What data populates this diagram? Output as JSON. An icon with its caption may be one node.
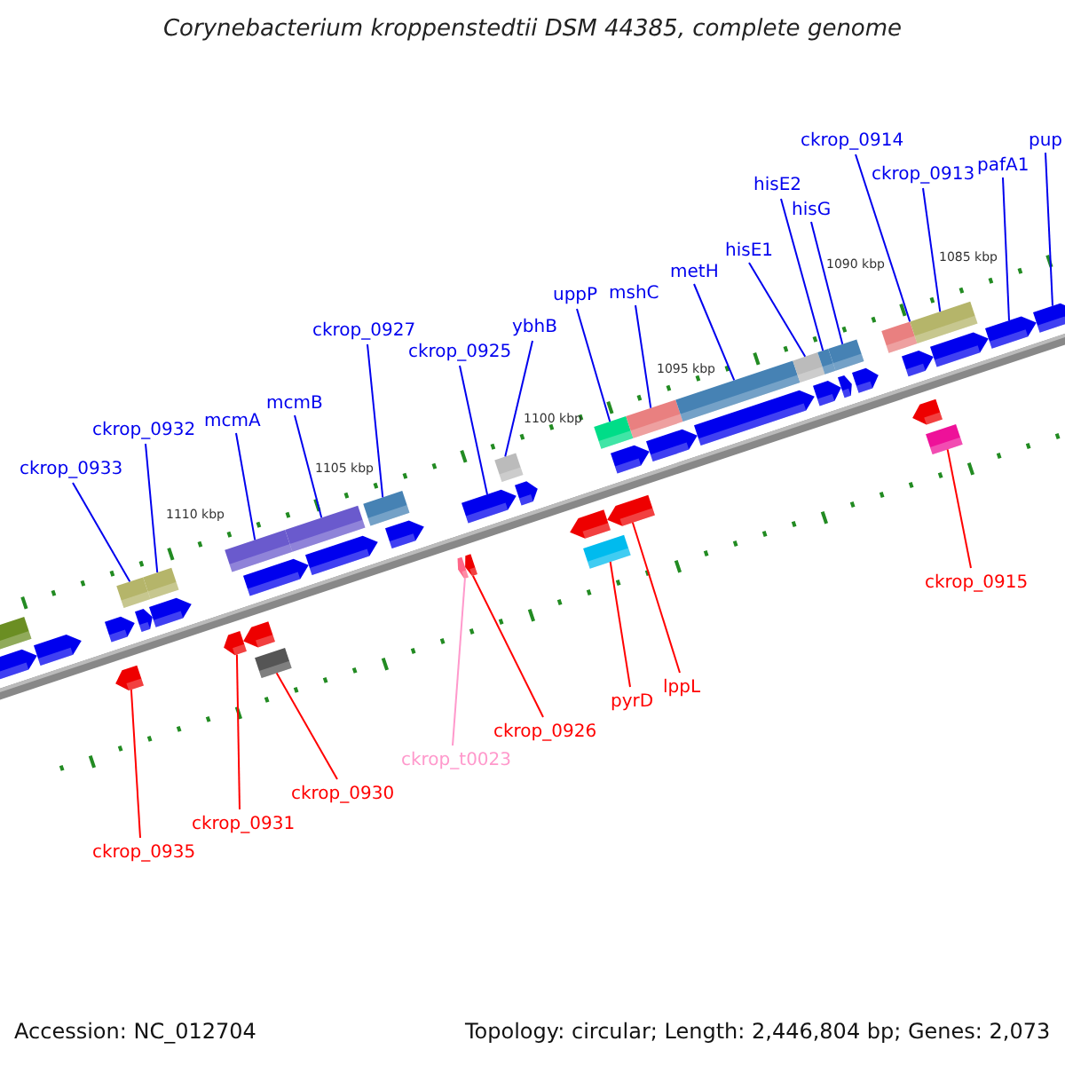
{
  "diagram": {
    "title": "Corynebacterium kroppenstedtii DSM 44385, complete genome",
    "nodes": [
      {
        "text": [
          "ckrop_0933"
        ]
      },
      {
        "text": [
          "ckrop_0932"
        ]
      },
      {
        "text": [
          "mcmA"
        ]
      },
      {
        "text": [
          "mcmB"
        ]
      },
      {
        "text": [
          "ckrop_0927"
        ]
      },
      {
        "text": [
          "ckrop_0925"
        ]
      },
      {
        "text": [
          "ybhB"
        ]
      },
      {
        "text": [
          "uppP"
        ]
      },
      {
        "text": [
          "mshC"
        ]
      },
      {
        "text": [
          "metH"
        ]
      },
      {
        "text": [
          "hisE1"
        ]
      },
      {
        "text": [
          "hisE2"
        ]
      },
      {
        "text": [
          "hisG"
        ]
      },
      {
        "text": [
          "ckrop_0914"
        ]
      },
      {
        "text": [
          "ckrop_0913"
        ]
      },
      {
        "text": [
          "pafA1"
        ]
      },
      {
        "text": [
          "pup"
        ]
      },
      {
        "text": [
          "ckrop_0915"
        ]
      },
      {
        "text": [
          "lppL"
        ]
      },
      {
        "text": [
          "pyrD"
        ]
      },
      {
        "text": [
          "ckrop_0926"
        ]
      },
      {
        "text": [
          "ckrop_t0023"
        ]
      },
      {
        "text": [
          "ckrop_0930"
        ]
      },
      {
        "text": [
          "ckrop_0931"
        ]
      },
      {
        "text": [
          "ckrop_0935"
        ]
      },
      {
        "text": [],
        "shape": "bar"
      },
      {
        "text": [],
        "shape": "bar"
      },
      {
        "text": [],
        "shape": "bar"
      },
      {
        "text": [],
        "shape": "bar"
      },
      {
        "text": [],
        "shape": "bar"
      },
      {
        "text": [],
        "shape": "bar"
      },
      {
        "text": [],
        "shape": "bar"
      },
      {
        "text": [],
        "shape": "bar"
      },
      {
        "text": [],
        "shape": "bar"
      },
      {
        "text": [],
        "shape": "bar"
      },
      {
        "text": [],
        "shape": "bar"
      },
      {
        "text": [],
        "shape": "bar"
      },
      {
        "text": [],
        "shape": "bar"
      },
      {
        "text": [],
        "shape": "bar"
      },
      {
        "text": [],
        "shape": "bar"
      },
      {
        "text": [],
        "shape": "bar"
      },
      {
        "text": [],
        "shape": "bar"
      },
      {
        "text": [],
        "shape": "bar"
      },
      {
        "text": [],
        "shape": "bar"
      },
      {
        "text": [],
        "shape": "bar"
      },
      {
        "text": [],
        "shape": "bar"
      },
      {
        "text": [],
        "shape": "bar"
      },
      {
        "text": [],
        "shape": "bar"
      },
      {
        "text": [],
        "shape": "bar"
      },
      {
        "text": [],
        "shape": "bar"
      },
      {
        "text": [],
        "shape": "bar"
      },
      {
        "text": [],
        "shape": "bar"
      },
      {
        "text": [],
        "shape": "bar"
      },
      {
        "text": [],
        "shape": "bar"
      },
      {
        "text": [],
        "shape": "bar"
      },
      {
        "text": [],
        "shape": "bar"
      },
      {
        "text": [],
        "shape": "bar"
      },
      {
        "text": [],
        "shape": "bar"
      },
      {
        "text": [],
        "shape": "bar"
      },
      {
        "text": [],
        "shape": "bar"
      },
      {
        "text": [],
        "shape": "bar"
      },
      {
        "text": [],
        "shape": "bar"
      },
      {
        "text": [],
        "shape": "bar"
      },
      {
        "text": [],
        "shape": "bar"
      },
      {
        "text": [],
        "shape": "bar"
      },
      {
        "text": [],
        "shape": "bar"
      },
      {
        "text": [],
        "shape": "bar"
      },
      {
        "text": [],
        "shape": "bar"
      },
      {
        "text": [],
        "shape": "bar"
      },
      {
        "text": [],
        "shape": "bar"
      },
      {
        "text": [],
        "shape": "bar"
      }
    ],
    "edges": [
      {
        "from": 0,
        "to": 26,
        "arrow": "none"
      },
      {
        "from": 1,
        "to": 27,
        "arrow": "none"
      },
      {
        "from": 2,
        "to": 30,
        "arrow": "none"
      },
      {
        "from": 3,
        "to": 31,
        "arrow": "none"
      },
      {
        "from": 4,
        "to": 32,
        "arrow": "none"
      },
      {
        "from": 5,
        "to": 35,
        "arrow": "none"
      },
      {
        "from": 6,
        "to": 36,
        "arrow": "none"
      },
      {
        "from": 7,
        "to": 39,
        "arrow": "none"
      },
      {
        "from": 8,
        "to": 40,
        "arrow": "none"
      },
      {
        "from": 9,
        "to": 41,
        "arrow": "none"
      },
      {
        "from": 10,
        "to": 42,
        "arrow": "none"
      },
      {
        "from": 11,
        "to": 43,
        "arrow": "none"
      },
      {
        "from": 12,
        "to": 44,
        "arrow": "none"
      },
      {
        "from": 13,
        "to": 45,
        "arrow": "none"
      },
      {
        "from": 14,
        "to": 47,
        "arrow": "none"
      },
      {
        "from": 15,
        "to": 48,
        "arrow": "none"
      },
      {
        "from": 16,
        "to": 49,
        "arrow": "none"
      },
      {
        "from": 17,
        "to": 46,
        "arrow": "none",
        "color": "#ff0000"
      },
      {
        "from": 18,
        "to": 38,
        "arrow": "none",
        "color": "#ff0000"
      },
      {
        "from": 19,
        "to": 37,
        "arrow": "none",
        "color": "#ff0000"
      },
      {
        "from": 20,
        "to": 34,
        "arrow": "none",
        "color": "#ff0000"
      },
      {
        "from": 21,
        "to": 33,
        "arrow": "none",
        "color": "#ff99cc"
      },
      {
        "from": 22,
        "to": 29,
        "arrow": "none",
        "color": "#ff0000"
      },
      {
        "from": 23,
        "to": 28,
        "arrow": "none",
        "color": "#ff0000"
      },
      {
        "from": 24,
        "to": 25,
        "arrow": "none",
        "color": "#ff0000"
      }
    ],
    "labels": [
      "1085 kbp",
      "1090 kbp",
      "1095 kbp",
      "1100 kbp",
      "1105 kbp",
      "1110 kbp",
      "Accession: NC_012704",
      "Topology: circular; Length: 2,446,804 bp; Genes: 2,073"
    ]
  }
}
